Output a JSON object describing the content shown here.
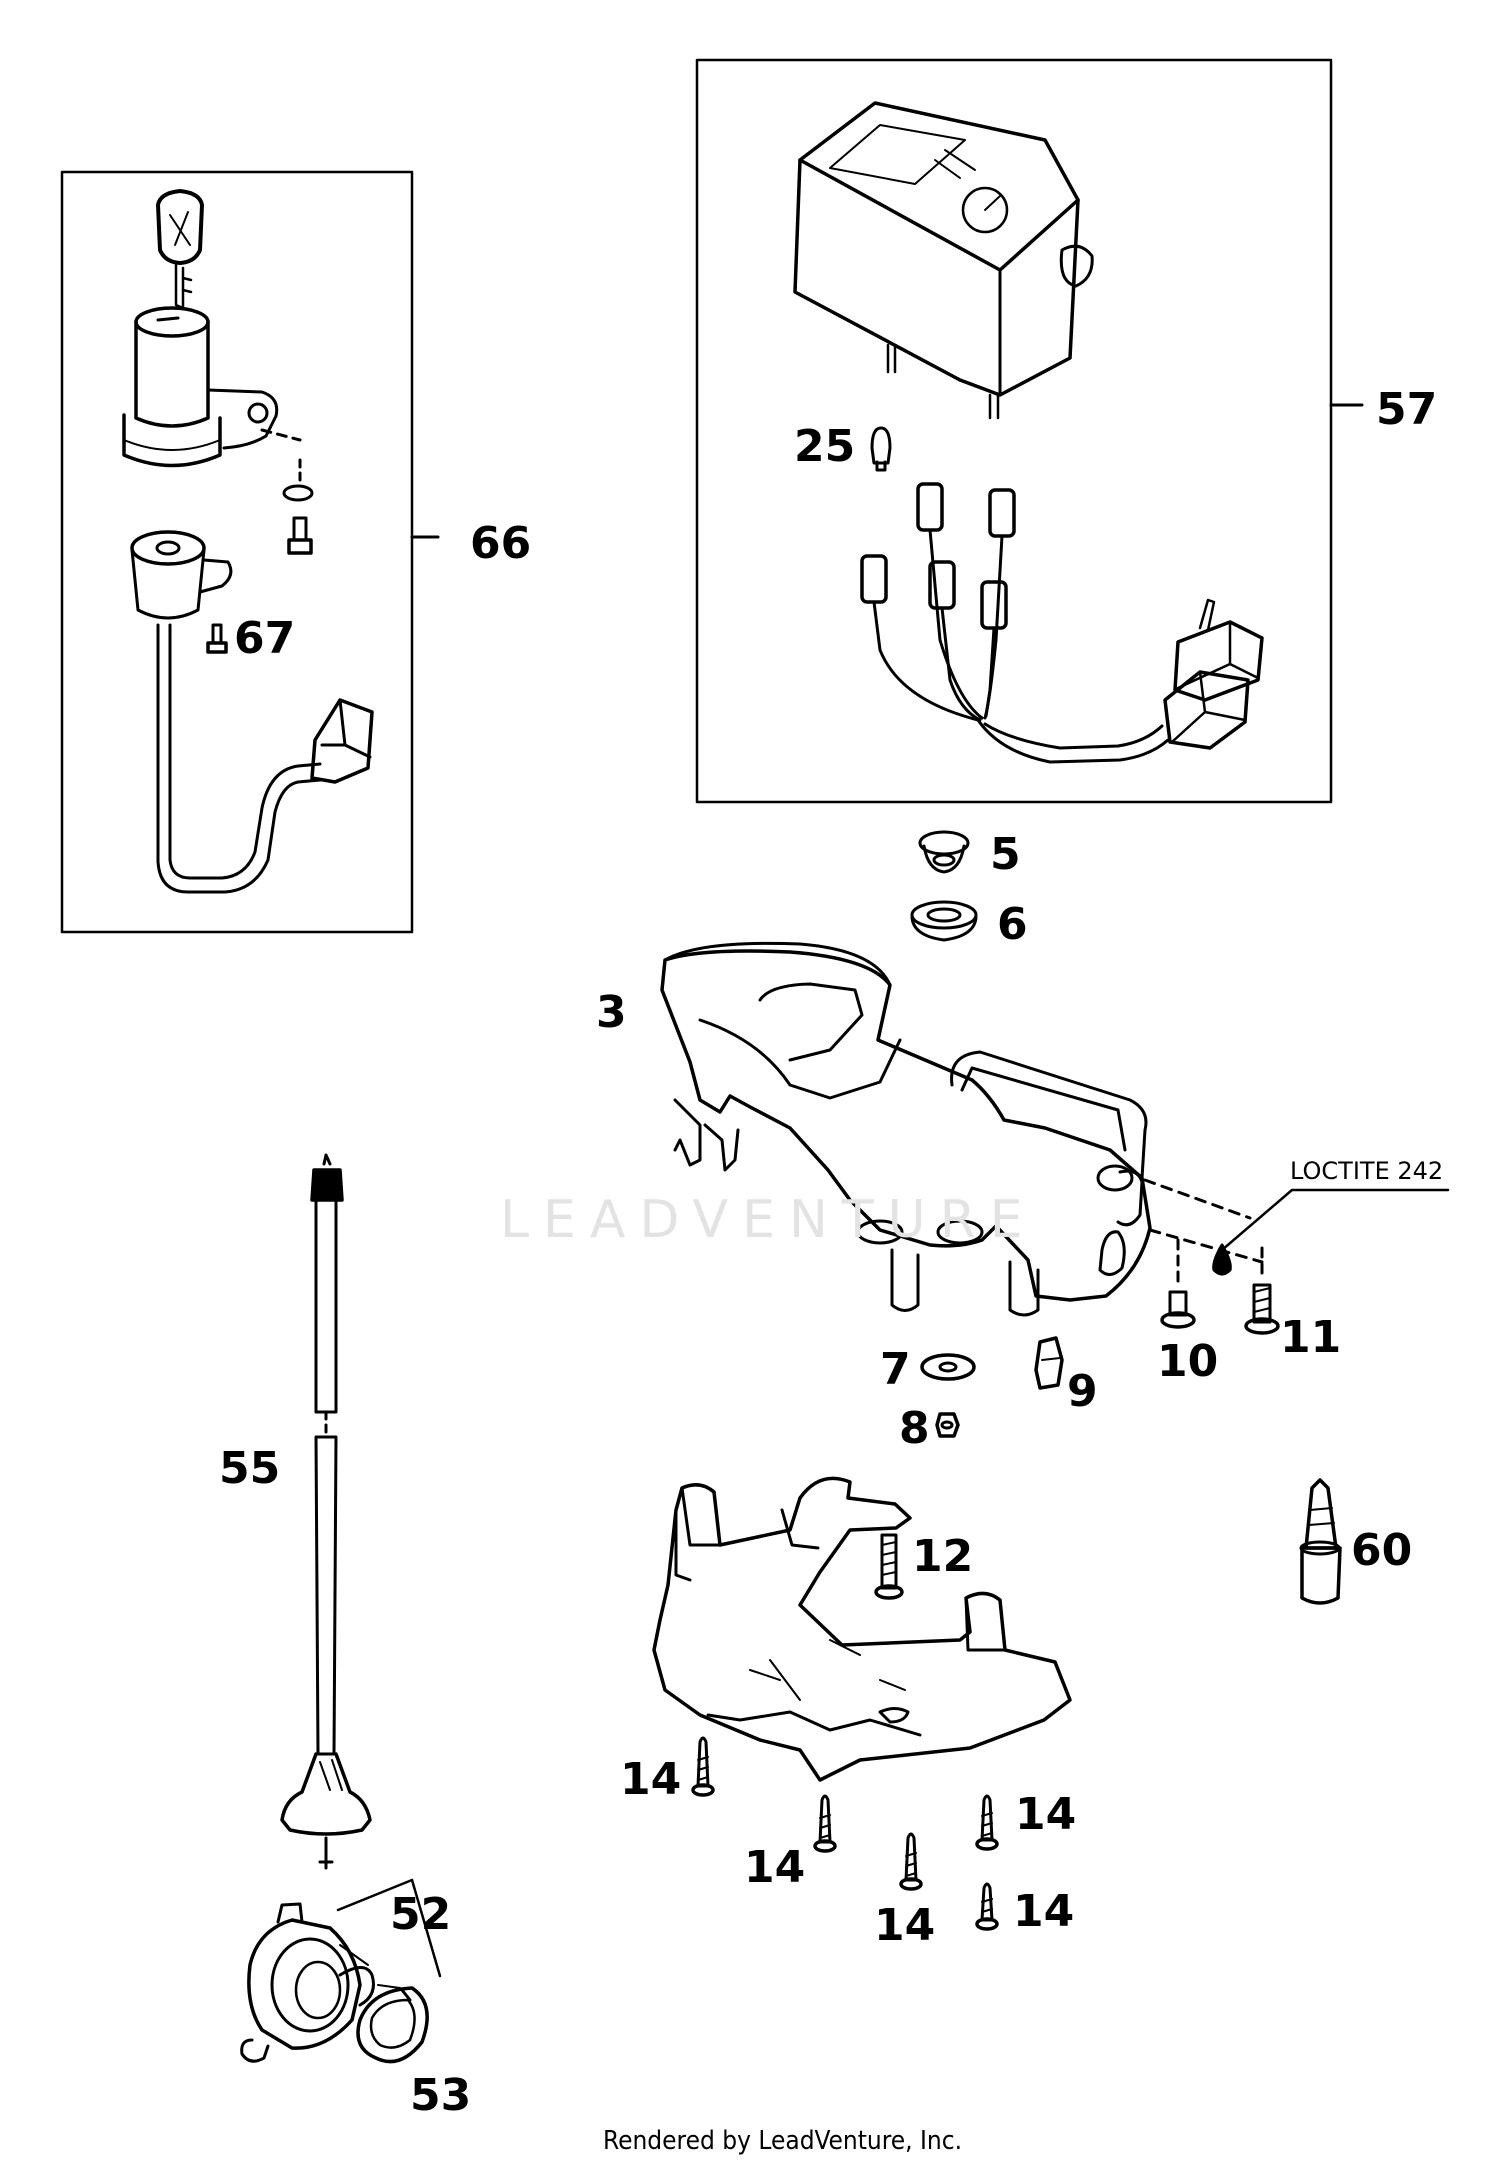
{
  "parts": {
    "p66": "66",
    "p67": "67",
    "p57": "57",
    "p25": "25",
    "p5": "5",
    "p6": "6",
    "p3": "3",
    "p7": "7",
    "p8": "8",
    "p9": "9",
    "p10": "10",
    "p11": "11",
    "p12": "12",
    "p60": "60",
    "p55": "55",
    "p52": "52",
    "p53": "53",
    "p14a": "14",
    "p14b": "14",
    "p14c": "14",
    "p14d": "14",
    "p14e": "14"
  },
  "note_loctite": "LOCTITE 242",
  "watermark": "LEADVENTURE",
  "footer": "Rendered by LeadVenture, Inc."
}
